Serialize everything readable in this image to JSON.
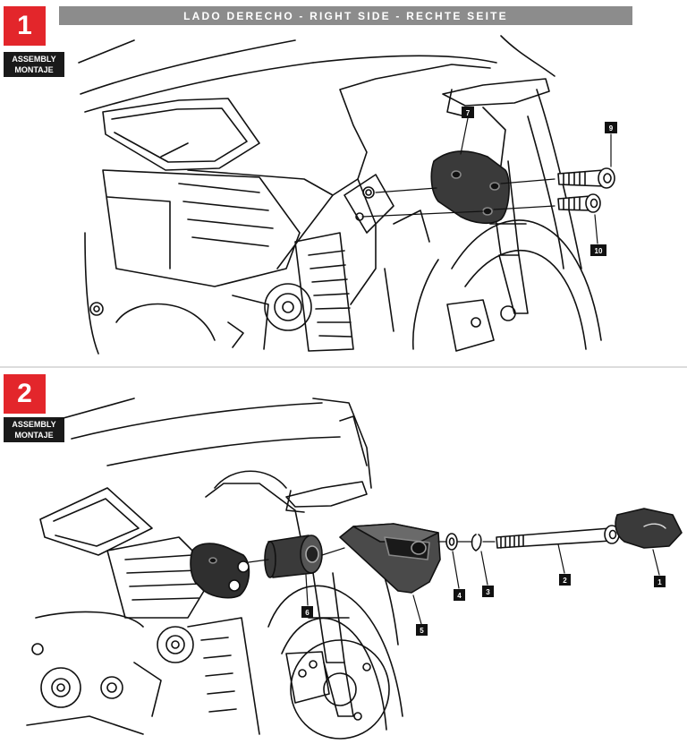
{
  "header": {
    "title": "LADO DERECHO - RIGHT SIDE - RECHTE SEITE"
  },
  "steps": [
    {
      "number": "1",
      "label_line1": "ASSEMBLY",
      "label_line2": "MONTAJE"
    },
    {
      "number": "2",
      "label_line1": "ASSEMBLY",
      "label_line2": "MONTAJE"
    }
  ],
  "callouts": {
    "step1": [
      "7",
      "9",
      "10"
    ],
    "step2": [
      "1",
      "2",
      "3",
      "4",
      "5",
      "6"
    ]
  },
  "colors": {
    "badge": "#e3262b",
    "banner": "#8c8c8c",
    "label_bg": "#1a1a1a",
    "part_fill": "#3a3a3a"
  }
}
